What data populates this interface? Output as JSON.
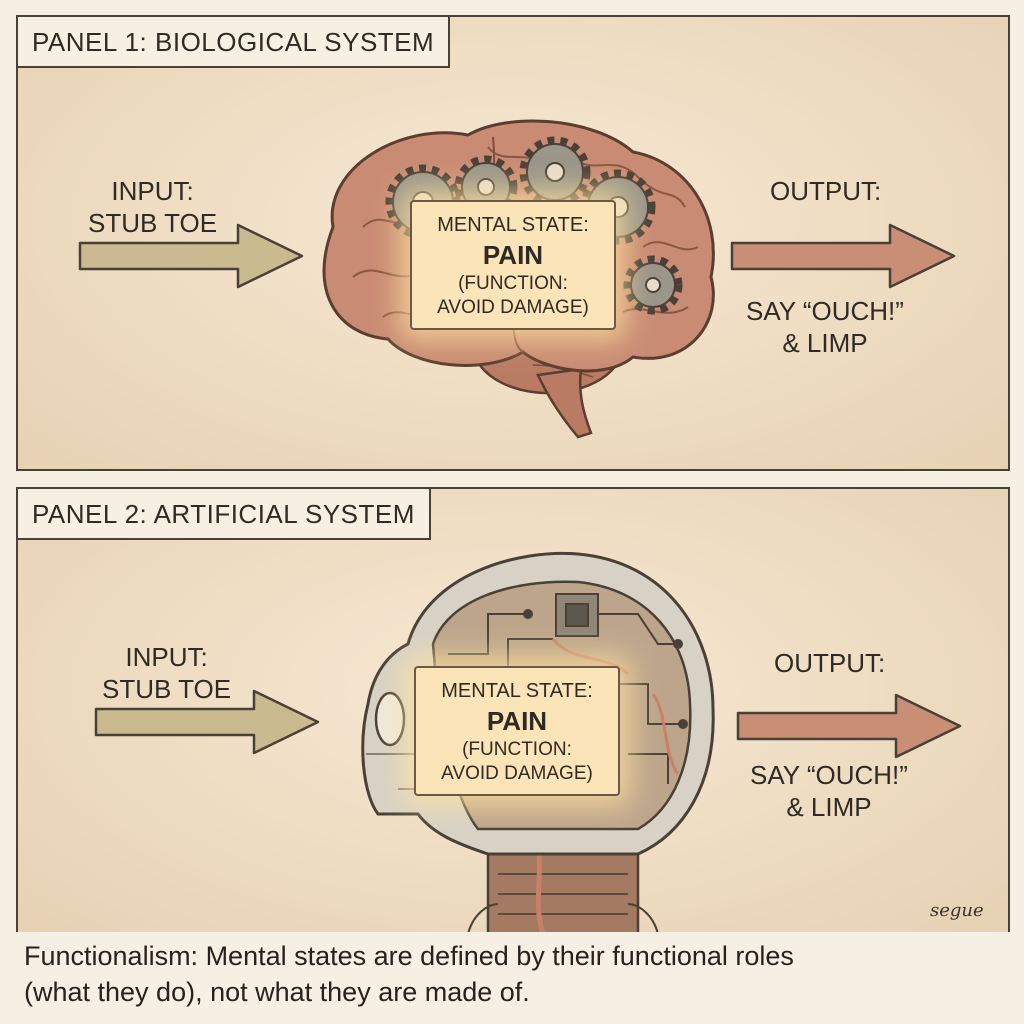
{
  "panel1": {
    "label": "PANEL 1: BIOLOGICAL SYSTEM",
    "input_line1": "INPUT:",
    "input_line2": "STUB TOE",
    "output_line1": "OUTPUT:",
    "output_line2": "SAY “OUCH!”",
    "output_line3": "& LIMP",
    "state_title": "MENTAL STATE:",
    "state_value": "PAIN",
    "state_func_line1": "(FUNCTION:",
    "state_func_line2": "AVOID DAMAGE)"
  },
  "panel2": {
    "label": "PANEL 2: ARTIFICIAL SYSTEM",
    "input_line1": "INPUT:",
    "input_line2": "STUB TOE",
    "output_line1": "OUTPUT:",
    "output_line2": "SAY “OUCH!”",
    "output_line3": "& LIMP",
    "state_title": "MENTAL STATE:",
    "state_value": "PAIN",
    "state_func_line1": "(FUNCTION:",
    "state_func_line2": "AVOID DAMAGE)"
  },
  "caption_line1": "Functionalism: Mental states are defined by their functional roles",
  "caption_line2": "(what they do), not what they are made of.",
  "signature": "segue",
  "colors": {
    "input_arrow": "#c9bb8f",
    "output_arrow": "#c98e76",
    "brain": "#c98b74",
    "robot_shell": "#d8d2c6",
    "glow": "#fbe4b8"
  },
  "icons": [
    "brain-icon",
    "gear-icon",
    "robot-head-icon",
    "circuit-icon",
    "right-arrow-icon"
  ]
}
